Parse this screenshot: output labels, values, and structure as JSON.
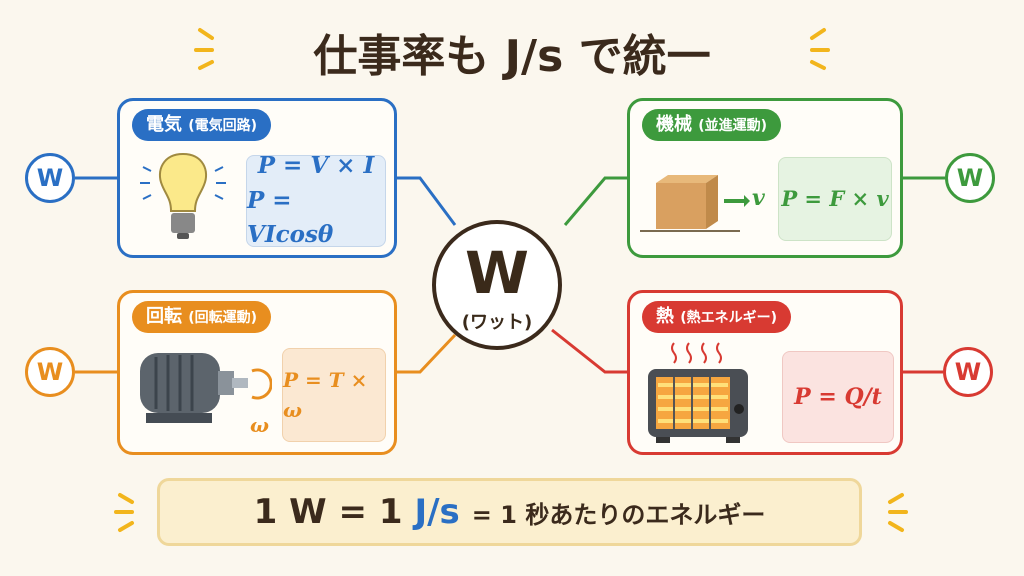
{
  "title": "仕事率も J/s で統一",
  "center": {
    "symbol": "W",
    "label": "(ワット)"
  },
  "unit_badge": "W",
  "panels": {
    "electric": {
      "tag": "電気",
      "sub": "(電気回路)",
      "formulas": [
        "P = V × I",
        "P = VIcosθ"
      ],
      "color": "#2a6fc4",
      "icon": "light-bulb-icon"
    },
    "mechanical": {
      "tag": "機械",
      "sub": "(並進運動)",
      "formulas": [
        "P = F × v"
      ],
      "velocity": "v",
      "color": "#3d9a3d",
      "icon": "box-icon"
    },
    "rotation": {
      "tag": "回転",
      "sub": "(回転運動)",
      "formulas": [
        "P = T × ω"
      ],
      "omega": "ω",
      "color": "#e88e1f",
      "icon": "motor-icon"
    },
    "heat": {
      "tag": "熱",
      "sub": "(熱エネルギー)",
      "formulas": [
        "P = Q/t"
      ],
      "color": "#d83a32",
      "icon": "heater-icon"
    }
  },
  "bottom": {
    "lhs": "1 W = 1",
    "unit": "J/s",
    "rhs": "= 1 秒あたりのエネルギー"
  }
}
